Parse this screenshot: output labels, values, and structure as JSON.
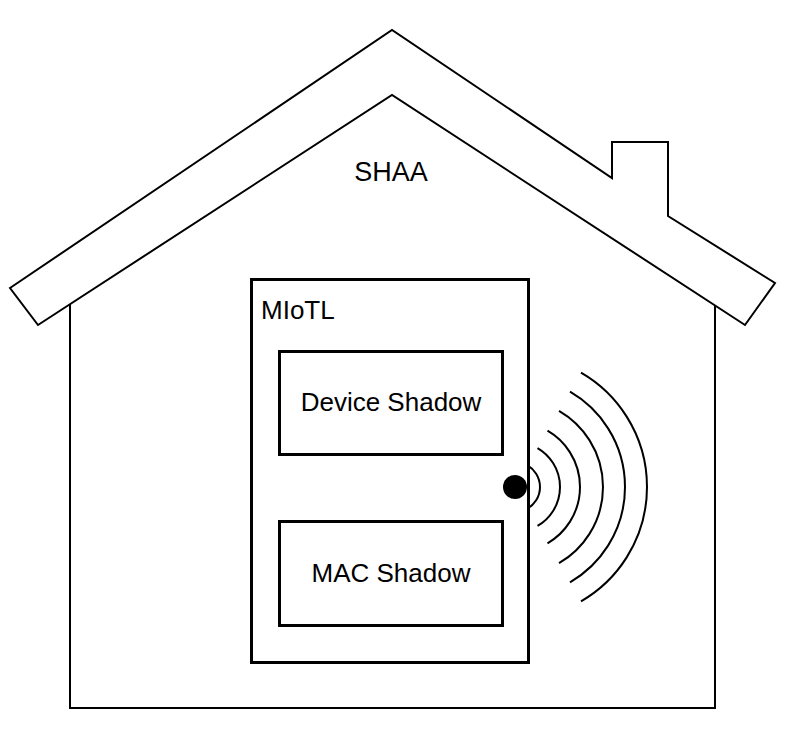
{
  "diagram": {
    "nodes": [
      {
        "text": [
          "SHAA"
        ]
      },
      {
        "text": [
          "MIoTL"
        ],
        "in": 0
      },
      {
        "text": [
          "Device Shadow"
        ],
        "in": 1
      },
      {
        "text": [
          "MAC Shadow"
        ],
        "in": 1
      }
    ]
  }
}
